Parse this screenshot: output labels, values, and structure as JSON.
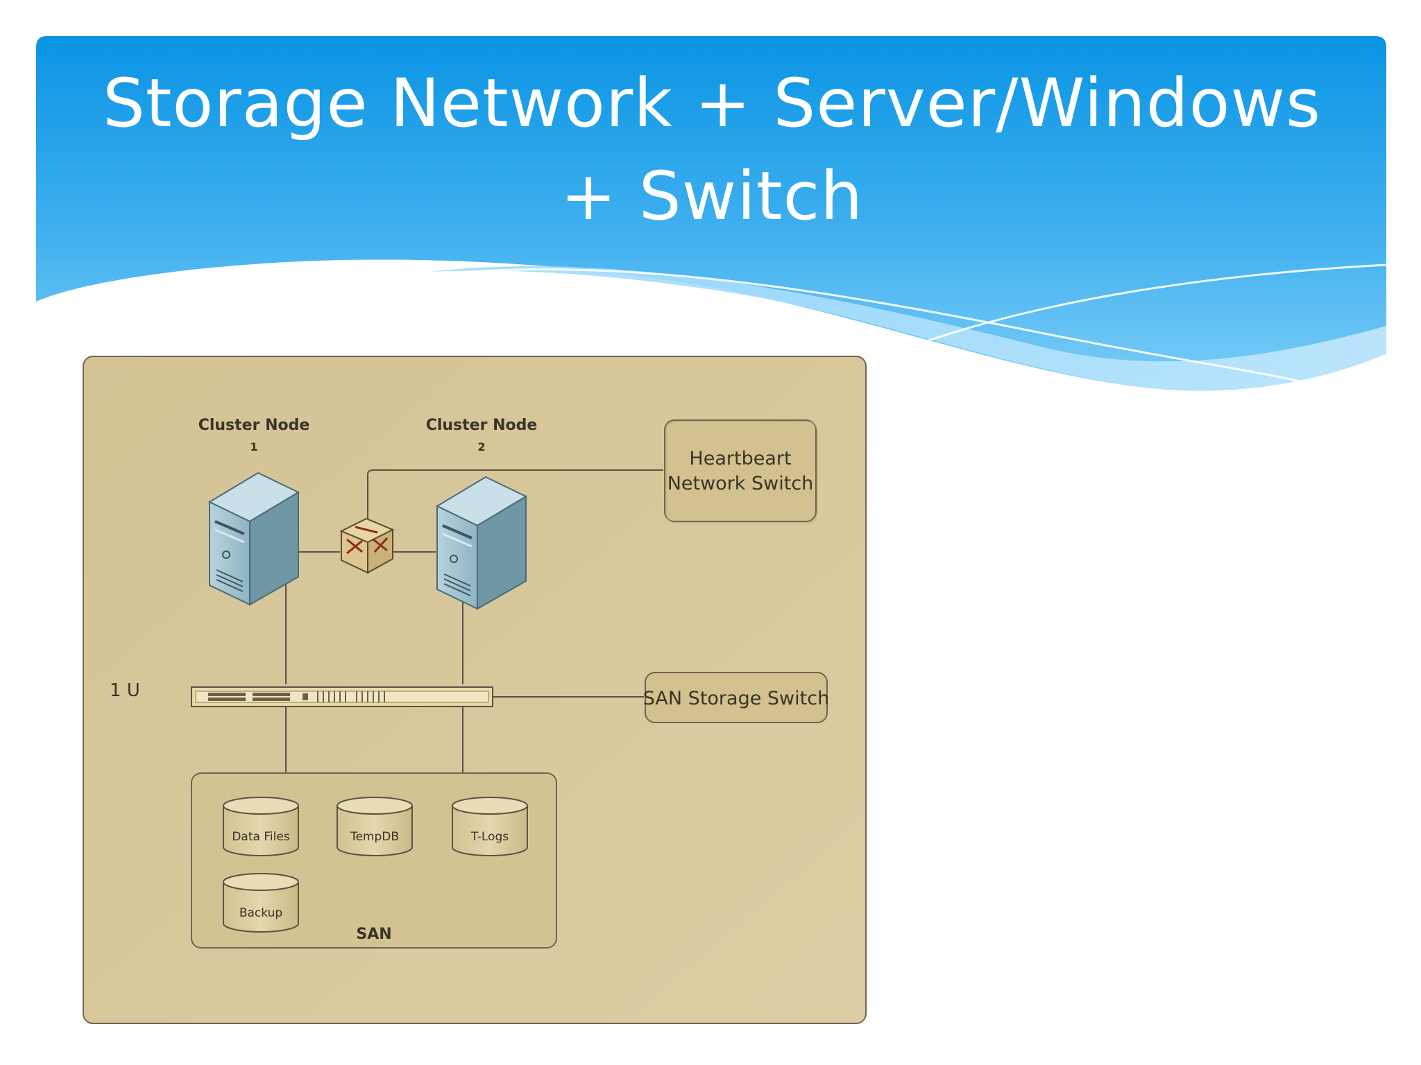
{
  "slide": {
    "title_line1": "Storage Network + Server/Windows",
    "title_line2": "+ Switch"
  },
  "diagram": {
    "node1": {
      "label": "Cluster Node",
      "number": "1"
    },
    "node2": {
      "label": "Cluster Node",
      "number": "2"
    },
    "heartbeat_switch": {
      "line1": "Heartbeart",
      "line2": "Network Switch"
    },
    "rack_unit_label": "1 U",
    "san_switch_label": "SAN Storage Switch",
    "san": {
      "label": "SAN",
      "disks": [
        "Data Files",
        "TempDB",
        "T-Logs",
        "Backup"
      ]
    },
    "colors": {
      "panel": "#d8c99e",
      "box": "#d6c597",
      "header_blue": "#1a9be6",
      "server": "#8fb6c4"
    }
  }
}
